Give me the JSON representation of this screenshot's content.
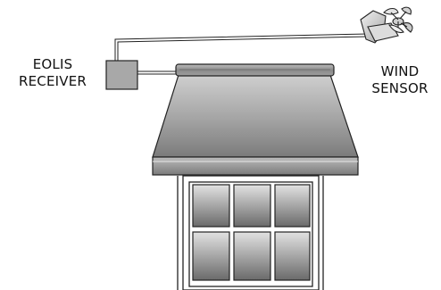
{
  "labels": {
    "receiver": {
      "line1": "EOLIS",
      "line2": "RECEIVER"
    },
    "sensor": {
      "line1": "WIND",
      "line2": "SENSOR"
    }
  },
  "colors": {
    "stroke": "#222222",
    "awning_light": "#c9c9c9",
    "awning_dark": "#7d7d7d",
    "pane_light": "#dedede",
    "pane_dark": "#6e6e6e",
    "receiver_box": "#a9a9a9",
    "sensor_body": "#d8d8d8"
  }
}
